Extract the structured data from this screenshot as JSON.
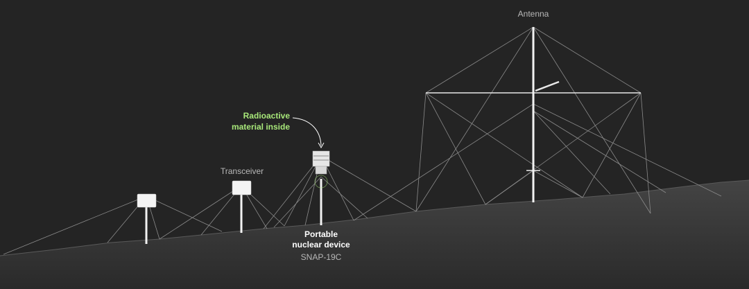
{
  "labels": {
    "antenna": "Antenna",
    "transceiver": "Transceiver",
    "radioactive_line1": "Radioactive",
    "radioactive_line2": "material inside",
    "device_line1": "Portable",
    "device_line2": "nuclear device",
    "device_model": "SNAP-19C"
  },
  "colors": {
    "background": "#242424",
    "ground": "#3a3a3a",
    "wire": "#9a9a9a",
    "highlight": "#a8e87a",
    "label": "#b8b8b8"
  }
}
